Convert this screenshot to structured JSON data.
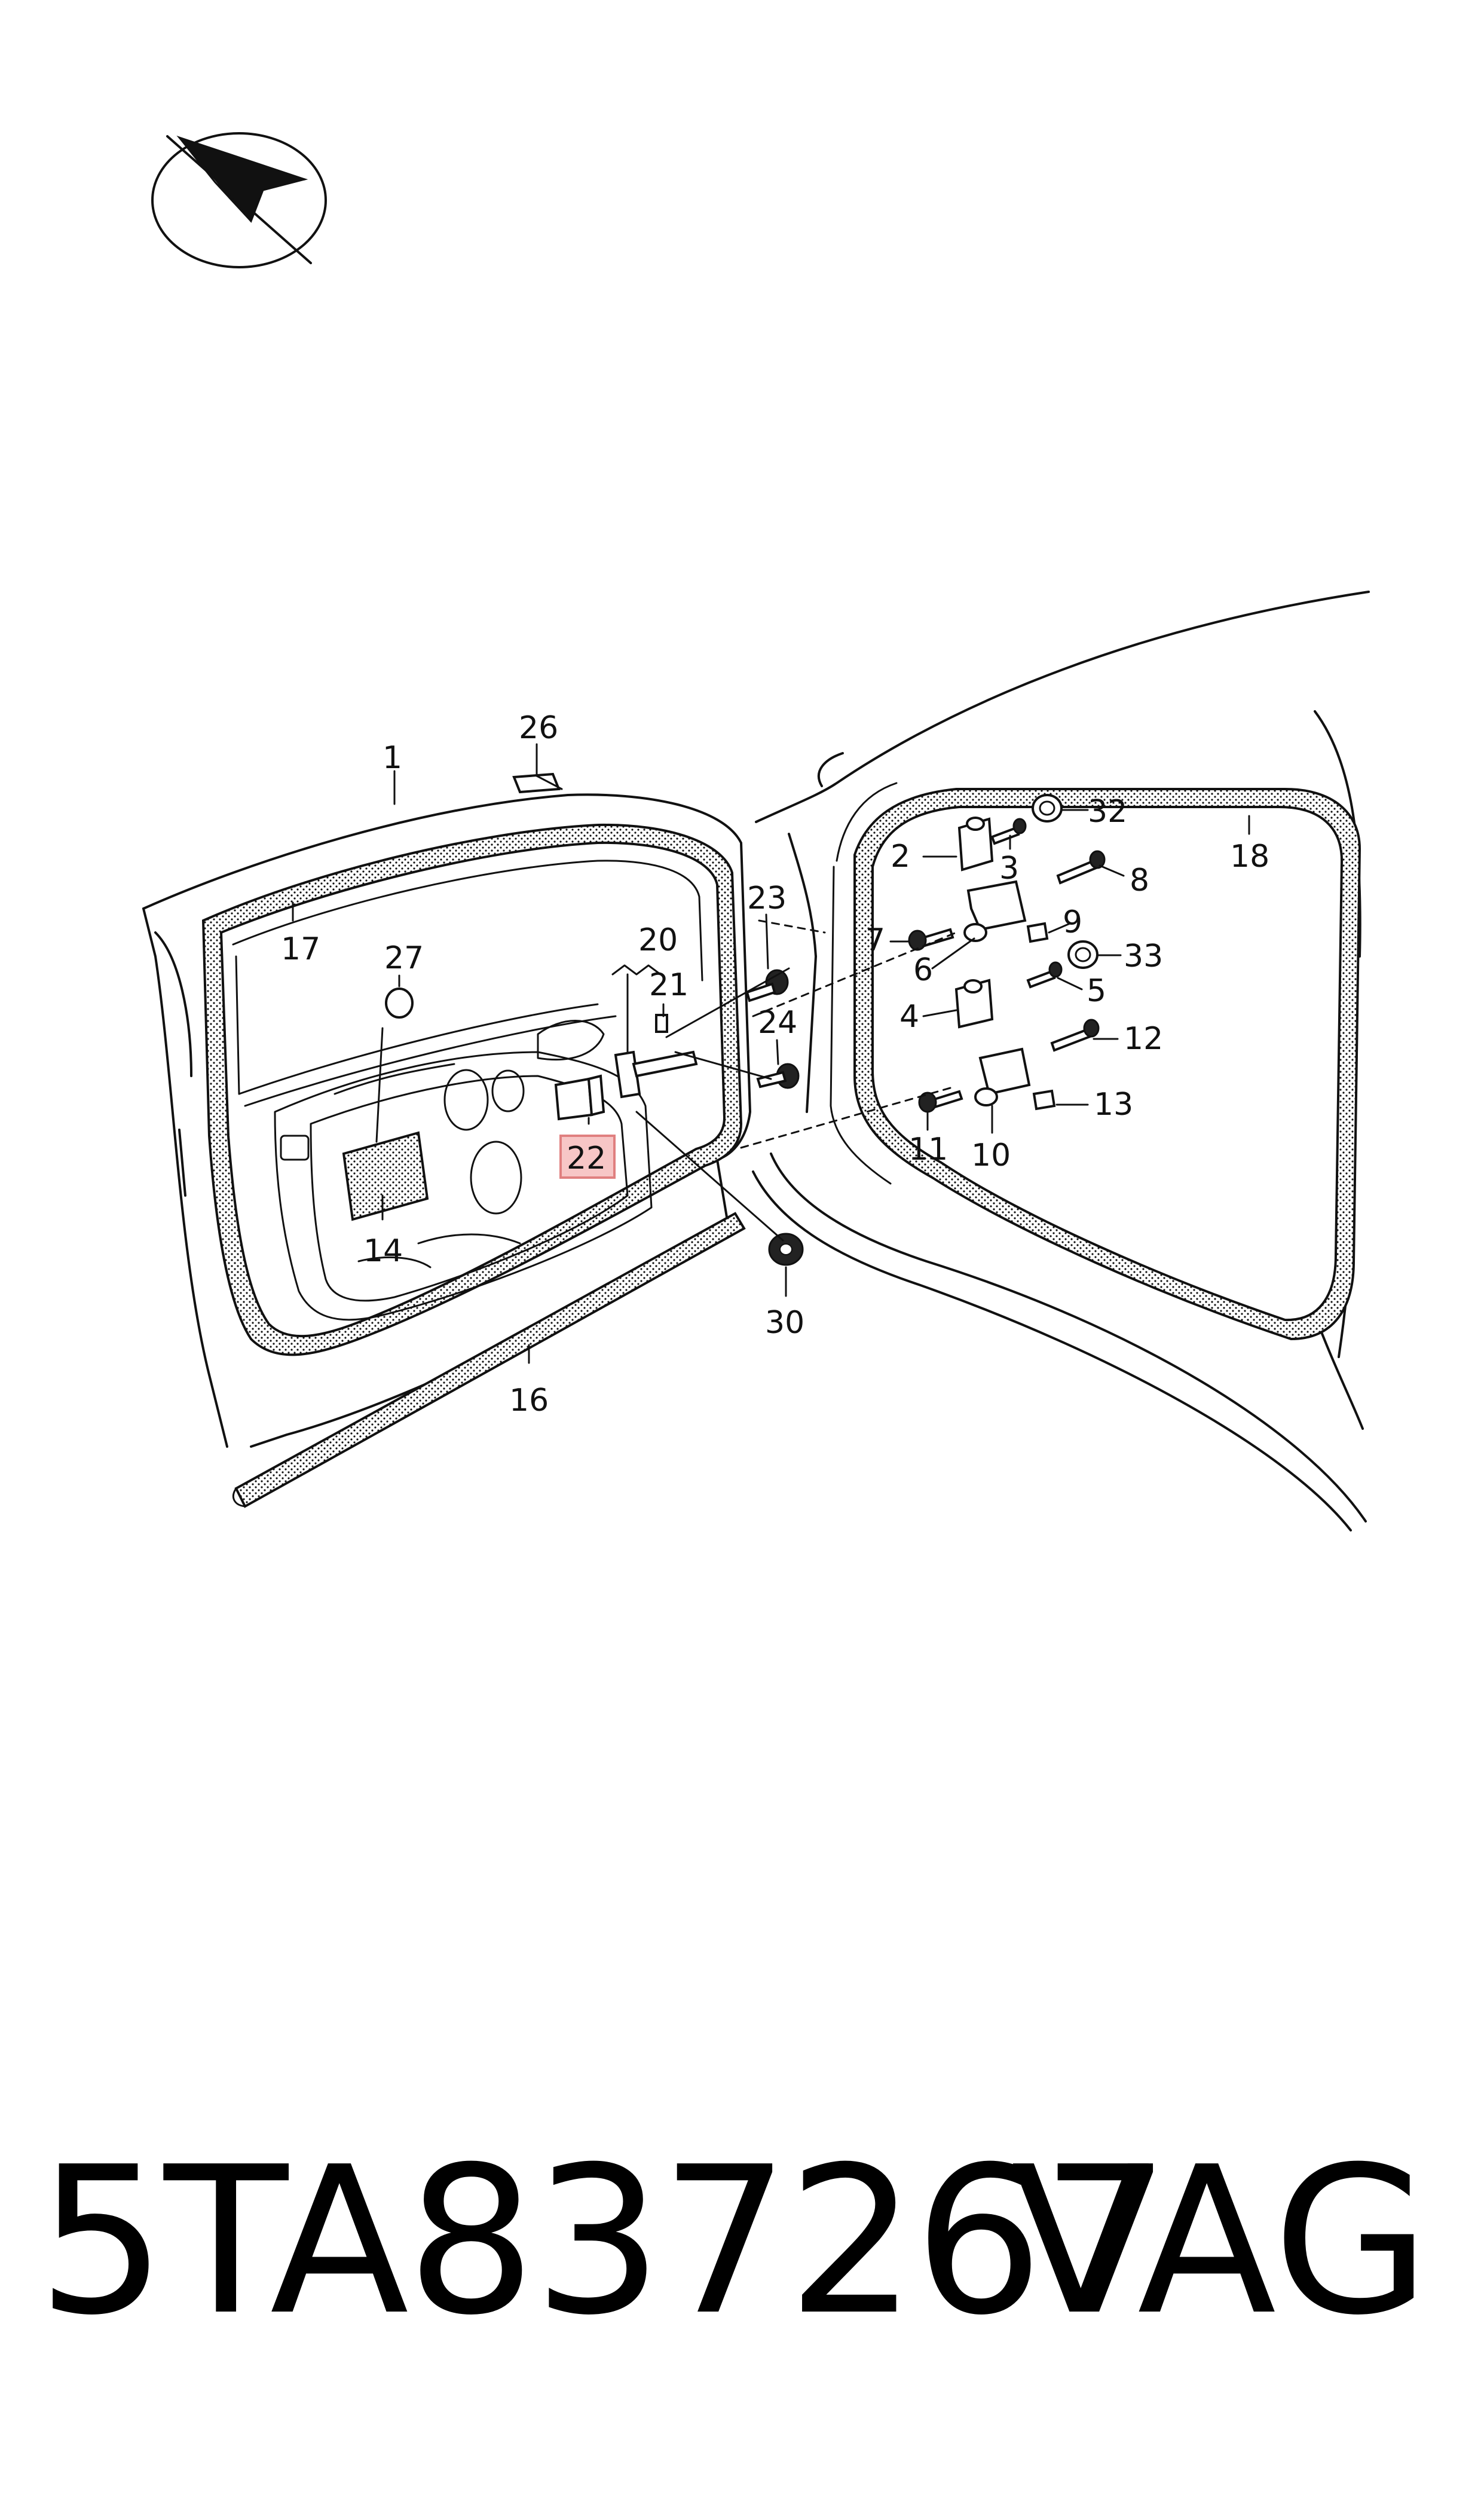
{
  "document": {
    "part_number": "5TA837267",
    "brand": "VAG"
  },
  "callouts": [
    {
      "id": "c1",
      "label": "1"
    },
    {
      "id": "c2",
      "label": "2"
    },
    {
      "id": "c3",
      "label": "3"
    },
    {
      "id": "c4",
      "label": "4"
    },
    {
      "id": "c5",
      "label": "5"
    },
    {
      "id": "c6",
      "label": "6"
    },
    {
      "id": "c7",
      "label": "7"
    },
    {
      "id": "c8",
      "label": "8"
    },
    {
      "id": "c9",
      "label": "9"
    },
    {
      "id": "c10",
      "label": "10"
    },
    {
      "id": "c11",
      "label": "11"
    },
    {
      "id": "c12",
      "label": "12"
    },
    {
      "id": "c13",
      "label": "13"
    },
    {
      "id": "c14",
      "label": "14"
    },
    {
      "id": "c16",
      "label": "16"
    },
    {
      "id": "c17",
      "label": "17"
    },
    {
      "id": "c18",
      "label": "18"
    },
    {
      "id": "c20",
      "label": "20"
    },
    {
      "id": "c21",
      "label": "21"
    },
    {
      "id": "c22",
      "label": "22"
    },
    {
      "id": "c23",
      "label": "23"
    },
    {
      "id": "c24",
      "label": "24"
    },
    {
      "id": "c26",
      "label": "26"
    },
    {
      "id": "c27",
      "label": "27"
    },
    {
      "id": "c30",
      "label": "30"
    },
    {
      "id": "c32",
      "label": "32"
    },
    {
      "id": "c33",
      "label": "33"
    }
  ],
  "highlighted_callout": "22",
  "colors": {
    "line": "#111111",
    "highlight_fill": "#f7c6c6",
    "highlight_stroke": "#e08080"
  }
}
